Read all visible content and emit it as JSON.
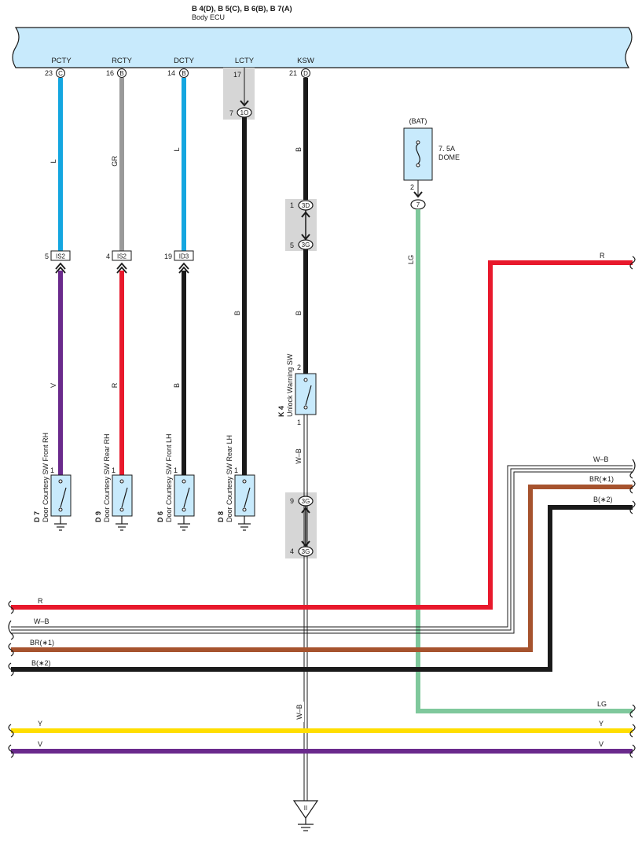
{
  "ecu": {
    "connectors": "B 4(D), B 5(C), B 6(B), B 7(A)",
    "name": "Body ECU",
    "signals": [
      {
        "name": "PCTY",
        "pin": "23",
        "conn": "C"
      },
      {
        "name": "RCTY",
        "pin": "16",
        "conn": "B"
      },
      {
        "name": "DCTY",
        "pin": "14",
        "conn": "B"
      },
      {
        "name": "LCTY",
        "pin": "17",
        "conn": ""
      },
      {
        "name": "KSW",
        "pin": "21",
        "conn": "D"
      }
    ]
  },
  "junctions": {
    "j1O": {
      "pin": "7",
      "conn": "1O"
    },
    "j3D": {
      "pin": "1",
      "conn": "3D"
    },
    "j3G_top": {
      "pin": "5",
      "conn": "3G"
    },
    "j3G_mid": {
      "pin": "9",
      "conn": "3G"
    },
    "j3G_bot": {
      "pin": "4",
      "conn": "3G"
    },
    "jIS2_a": {
      "pin": "5",
      "conn": "IS2"
    },
    "jIS2_b": {
      "pin": "4",
      "conn": "IS2"
    },
    "jID3": {
      "pin": "19",
      "conn": "ID3"
    }
  },
  "fuse": {
    "bat_label": "(BAT)",
    "rating": "7. 5A",
    "name": "DOME",
    "pin_out": "2",
    "conn_out": "7"
  },
  "wire_colors": {
    "L": "L",
    "GR": "GR",
    "B": "B",
    "V": "V",
    "R": "R",
    "LG": "LG",
    "WB": "W–B"
  },
  "switches": [
    {
      "code": "D 7",
      "name": "Door Courtesy SW Front RH",
      "pin": "1"
    },
    {
      "code": "D 9",
      "name": "Door Courtesy SW Rear RH",
      "pin": "1"
    },
    {
      "code": "D 6",
      "name": "Door Courtesy SW Front LH",
      "pin": "1"
    },
    {
      "code": "D 8",
      "name": "Door Courtesy SW Rear LH",
      "pin": "1"
    }
  ],
  "unlock_sw": {
    "code": "K 4",
    "name": "Unlock Warning SW",
    "pin_top": "2",
    "pin_bottom": "1"
  },
  "bus": {
    "r_right": "R",
    "wb_right": "W–B",
    "br_right": "BR(∗1)",
    "b_right": "B(∗2)",
    "r_left": "R",
    "wb_left": "W–B",
    "br_left": "BR(∗1)",
    "b_left": "B(∗2)",
    "lg_right": "LG",
    "y_left": "Y",
    "y_right": "Y",
    "v_left": "V",
    "v_right": "V"
  },
  "ground_label": "II",
  "colors": {
    "ecu_fill": "#c8eafc",
    "blue_wire": "#14a6e0",
    "gray_wire": "#9a9a9a",
    "black_wire": "#1a1a1a",
    "violet_wire": "#6a2a8c",
    "red_wire": "#e8192c",
    "lg_wire": "#7fc89c",
    "brown_wire": "#a6532e",
    "yellow_wire": "#ffde00",
    "junction_gray": "#d6d6d6"
  }
}
